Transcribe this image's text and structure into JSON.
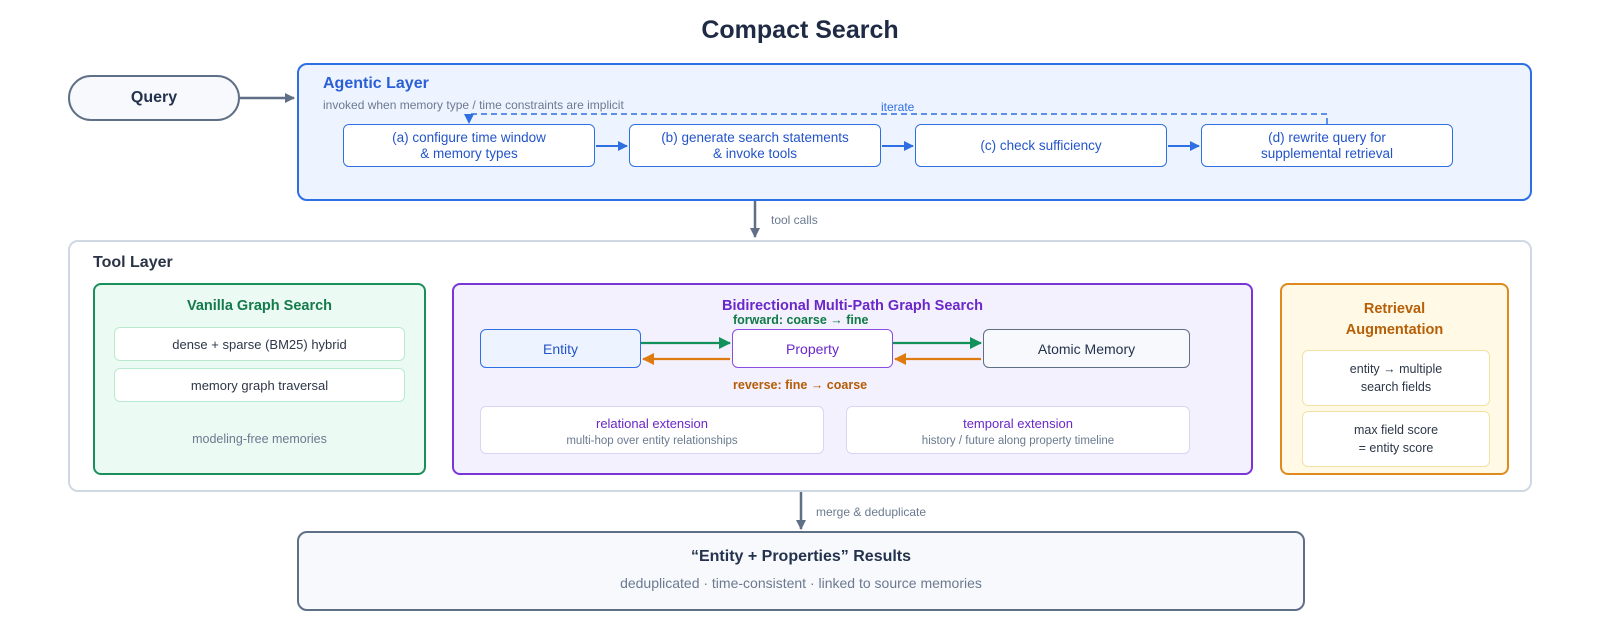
{
  "title": "Compact Search",
  "query": "Query",
  "agentic_layer": {
    "title": "Agentic Layer",
    "subtitle": "invoked when memory type / time constraints are implicit",
    "iterate_label": "iterate",
    "steps": [
      "(a) configure time window\n& memory types",
      "(b) generate search statements\n& invoke tools",
      "(c) check sufficiency",
      "(d) rewrite query for\nsupplemental retrieval"
    ]
  },
  "tool_calls_label": "tool calls",
  "tool_layer": {
    "title": "Tool Layer",
    "vanilla": {
      "title": "Vanilla Graph Search",
      "items": [
        "dense + sparse (BM25) hybrid",
        "memory graph traversal"
      ],
      "footer": "modeling-free memories"
    },
    "bidirectional": {
      "title": "Bidirectional Multi-Path Graph Search",
      "forward_label": "forward: coarse → fine",
      "reverse_label": "reverse: fine → coarse",
      "nodes": [
        "Entity",
        "Property",
        "Atomic Memory"
      ],
      "extensions": [
        {
          "title": "relational extension",
          "subtitle": "multi-hop over entity relationships"
        },
        {
          "title": "temporal extension",
          "subtitle": "history / future along property timeline"
        }
      ]
    },
    "retrieval": {
      "title": "Retrieval\nAugmentation",
      "items": [
        "entity → multiple\nsearch fields",
        "max field score\n= entity score"
      ]
    }
  },
  "merge_label": "merge & deduplicate",
  "results": {
    "title": "“Entity + Properties” Results",
    "subtitle": "deduplicated · time-consistent · linked to source memories"
  },
  "colors": {
    "blue": "#2f6fe4",
    "green": "#1a8f5b",
    "purple": "#7b35d6",
    "orange": "#e08a1e",
    "slate": "#5f6f86"
  }
}
